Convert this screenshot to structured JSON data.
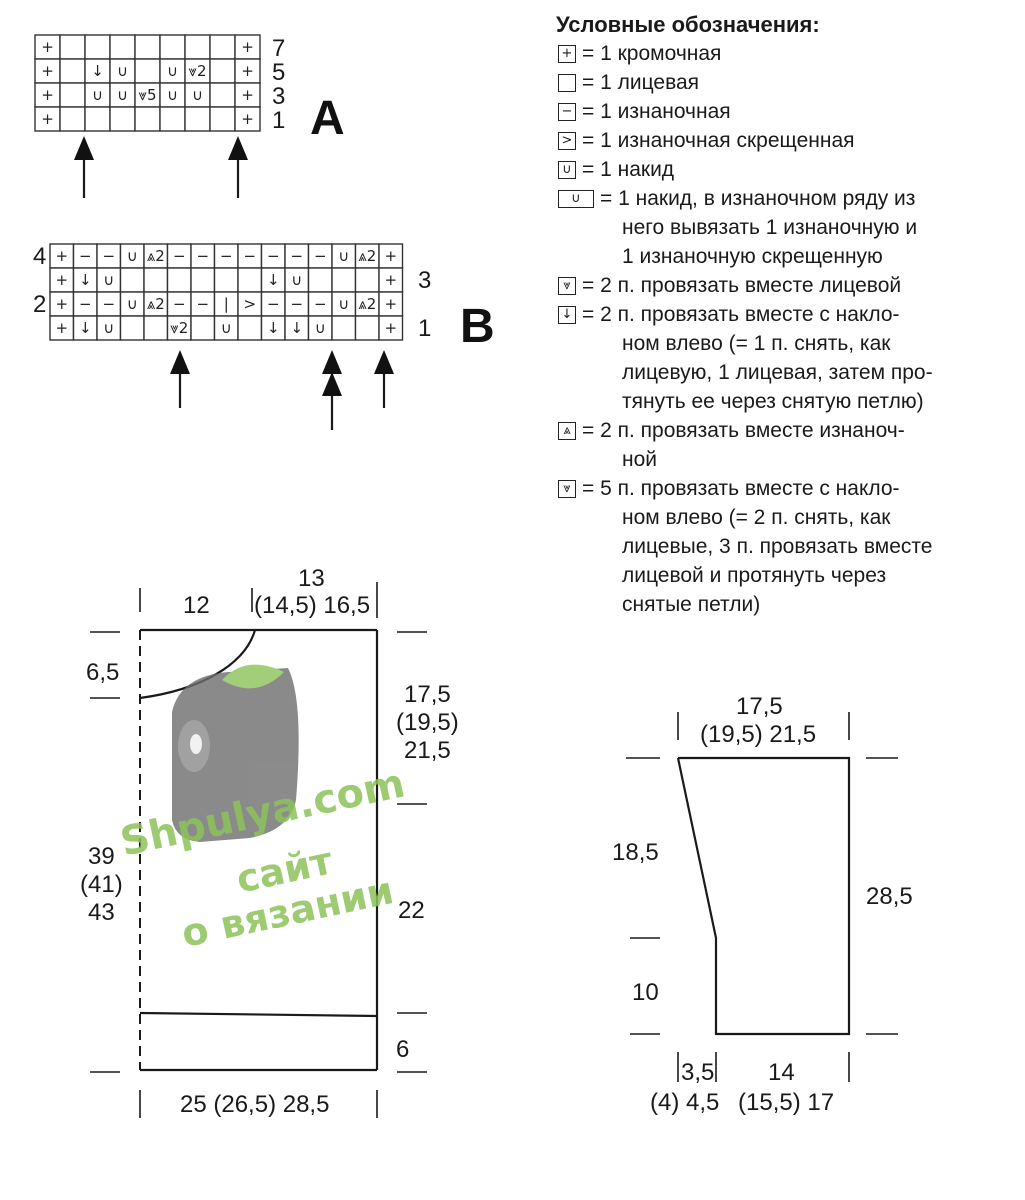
{
  "legend": {
    "title": "Условные обозначения:",
    "items": [
      {
        "icon": "edge-stitch-icon",
        "sym": "+",
        "text": "= 1 кромочная"
      },
      {
        "icon": "knit-stitch-icon",
        "sym": "",
        "text": "= 1 лицевая"
      },
      {
        "icon": "purl-stitch-icon",
        "sym": "−",
        "text": "= 1 изнаночная"
      },
      {
        "icon": "twisted-purl-icon",
        "sym": ">",
        "text": "= 1 изнаночная скрещенная"
      },
      {
        "icon": "yarn-over-icon",
        "sym": "∪",
        "text": "= 1 накид"
      },
      {
        "icon": "double-yarn-over-icon",
        "sym": "∪",
        "text": "= 1 накид, в изнаночном ряду из",
        "cont": [
          "него вывязать 1 изнаночную и",
          "1 изнаночную скрещенную"
        ]
      },
      {
        "icon": "k2tog-icon",
        "sym": "⩔",
        "text": "= 2 п. провязать вместе лицевой"
      },
      {
        "icon": "k2tog-left-icon",
        "sym": "↓",
        "text": "= 2 п. провязать вместе с накло-",
        "cont": [
          "ном влево (= 1 п. снять, как",
          "лицевую, 1 лицевая, затем про-",
          "тянуть ее через снятую петлю)"
        ]
      },
      {
        "icon": "p2tog-icon",
        "sym": "⩓",
        "text": "= 2 п. провязать вместе изнаноч-",
        "cont": [
          "ной"
        ]
      },
      {
        "icon": "k5tog-icon",
        "sym": "⩔",
        "text": "= 5 п. провязать вместе с накло-",
        "cont": [
          "ном влево (= 2 п. снять, как",
          "лицевые, 3 п. провязать вместе",
          "лицевой и протянуть через",
          "снятые петли)"
        ]
      }
    ]
  },
  "chartA": {
    "label": "A",
    "row_numbers": [
      "7",
      "5",
      "3",
      "1"
    ],
    "rows": [
      [
        "+",
        "",
        "",
        "",
        "",
        "",
        "",
        "",
        "+"
      ],
      [
        "+",
        "",
        "↓",
        "∪",
        "",
        "∪",
        "⩔2",
        "",
        "+"
      ],
      [
        "+",
        "",
        "∪",
        "∪",
        "⩔5",
        "∪",
        "∪",
        "",
        "+"
      ],
      [
        "+",
        "",
        "",
        "",
        "",
        "",
        "",
        "",
        "+"
      ]
    ]
  },
  "chartB": {
    "label": "B",
    "left_numbers": [
      "4",
      "",
      "2",
      ""
    ],
    "right_numbers": [
      "",
      "3",
      "",
      "1"
    ],
    "rows": [
      [
        "+",
        "−",
        "−",
        "∪",
        "⩓2",
        "−",
        "−",
        "−",
        "−",
        "−",
        "−",
        "−",
        "∪",
        "⩓2",
        "+"
      ],
      [
        "+",
        "↓",
        "∪",
        "",
        "",
        "",
        "",
        "",
        "",
        "↓",
        "∪",
        "",
        "",
        "",
        "+"
      ],
      [
        "+",
        "−",
        "−",
        "∪",
        "⩓2",
        "−",
        "−",
        "|",
        ">",
        "−",
        "−",
        "−",
        "∪",
        "⩓2",
        "+"
      ],
      [
        "+",
        "↓",
        "∪",
        "",
        "",
        "⩔2",
        "",
        "∪",
        "",
        "↓",
        "↓",
        "∪",
        "",
        "",
        "+"
      ]
    ]
  },
  "back": {
    "top_left": "12",
    "top_right_1": "13",
    "top_right_2": "(14,5) 16,5",
    "neck": "6,5",
    "armhole_1": "17,5",
    "armhole_2": "(19,5)",
    "armhole_3": "21,5",
    "length_1": "39",
    "length_2": "(41)",
    "length_3": "43",
    "side": "22",
    "rib": "6",
    "bottom": "25 (26,5) 28,5"
  },
  "sleeve": {
    "top_1": "17,5",
    "top_2": "(19,5) 21,5",
    "slope": "18,5",
    "height": "28,5",
    "cuff": "10",
    "bottom_left_1": "3,5",
    "bottom_left_2": "(4) 4,5",
    "bottom_right_1": "14",
    "bottom_right_2": "(15,5) 17"
  },
  "watermark": {
    "line1": "Shpulya.com",
    "line2": "сайт",
    "line3": "о вязании"
  }
}
